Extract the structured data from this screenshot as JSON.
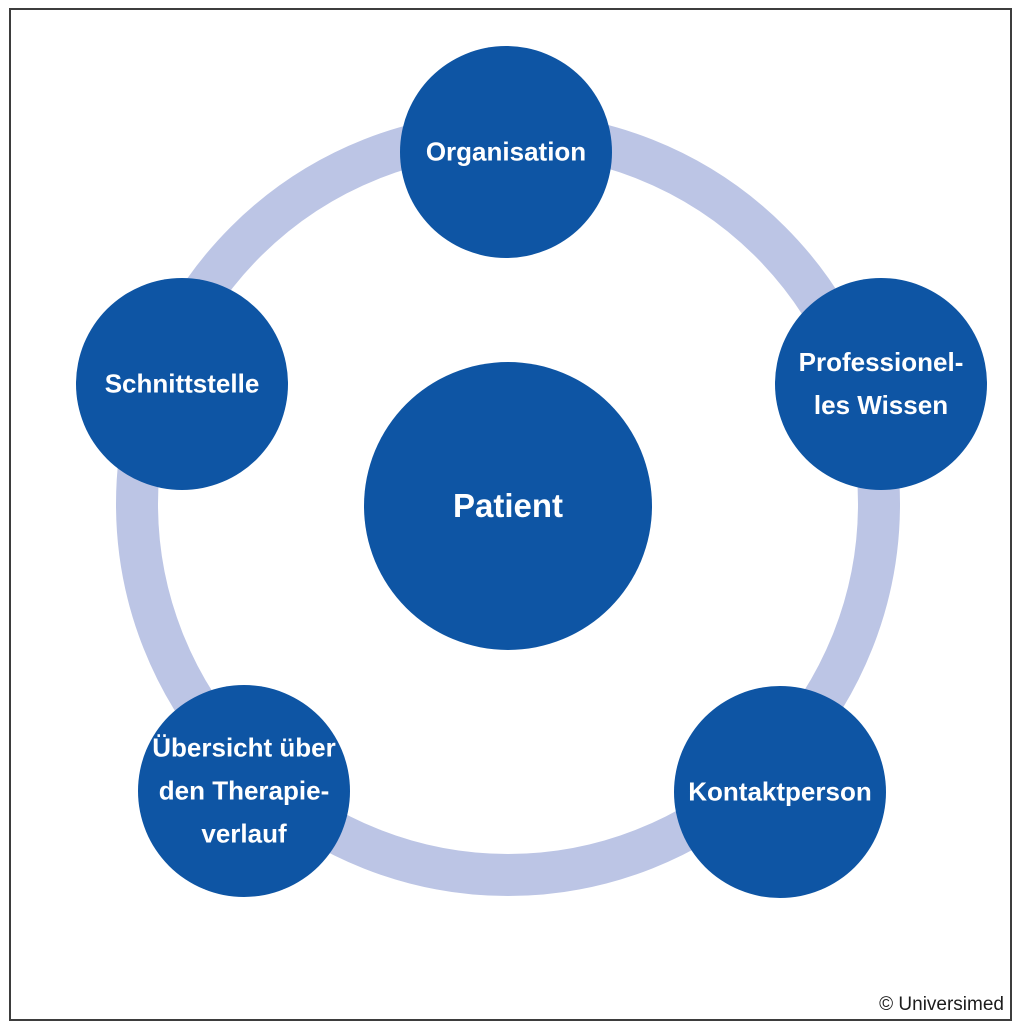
{
  "diagram": {
    "center_node": {
      "label": "Patient"
    },
    "nodes": [
      {
        "id": "organisation",
        "lines": [
          "Organisation"
        ]
      },
      {
        "id": "professionelles-wissen",
        "lines": [
          "Professionel-",
          "les Wissen"
        ]
      },
      {
        "id": "kontaktperson",
        "lines": [
          "Kontaktperson"
        ]
      },
      {
        "id": "therapieverlauf",
        "lines": [
          "Übersicht über",
          "den Therapie-",
          "verlauf"
        ]
      },
      {
        "id": "schnittstelle",
        "lines": [
          "Schnittstelle"
        ]
      }
    ],
    "colors": {
      "node_fill": "#0e55a4",
      "ring": "#bcc5e5",
      "label_text": "#ffffff",
      "frame_border": "#3d3d3d",
      "credit_text": "#1c1c1c"
    },
    "credit": "© Universimed"
  }
}
